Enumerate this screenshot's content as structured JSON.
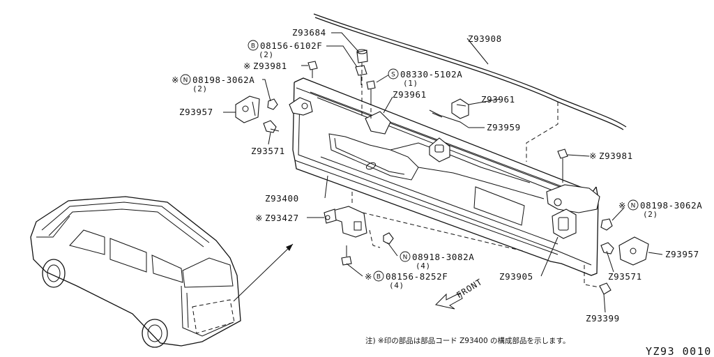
{
  "diagram": {
    "code": "YZ93 0010",
    "front_label": "FRONT",
    "footnote": "注) ※印の部品は部品コード Z93400 の構成部品を示します。"
  },
  "labels": {
    "z93684": "Z93684",
    "b08156_6102f": "08156-6102F",
    "b08156_6102f_qty": "(2)",
    "z93981_top": "Z93981",
    "n08198_3062a_left": "08198-3062A",
    "n08198_3062a_left_qty": "(2)",
    "s08330_5102a": "08330-5102A",
    "s08330_5102a_qty": "(1)",
    "z93961_left": "Z93961",
    "z93957_left": "Z93957",
    "z93571_left": "Z93571",
    "z93908": "Z93908",
    "z93961_right": "Z93961",
    "z93959": "Z93959",
    "z93981_right": "Z93981",
    "n08198_3062a_right": "08198-3062A",
    "n08198_3062a_right_qty": "(2)",
    "z93957_right": "Z93957",
    "z93571_right": "Z93571",
    "z93399": "Z93399",
    "z93400": "Z93400",
    "z93427": "Z93427",
    "n08918_3082a": "08918-3082A",
    "n08918_3082a_qty": "(4)",
    "b08156_8252f": "08156-8252F",
    "b08156_8252f_qty": "(4)",
    "z93905": "Z93905",
    "mark": "※",
    "circle_b": "B",
    "circle_n": "N",
    "circle_s": "S"
  }
}
